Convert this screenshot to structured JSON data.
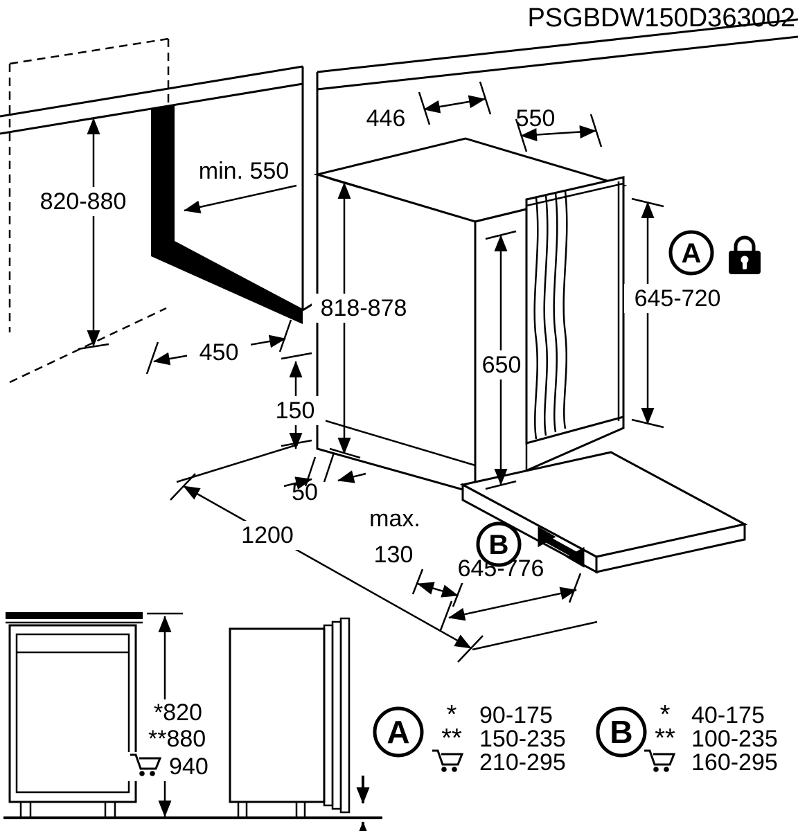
{
  "title": "PSGBDW150D363002",
  "dims": {
    "niche_height": "820-880",
    "min_depth": "min. 550",
    "top_width": "446",
    "top_depth": "550",
    "appliance_height": "818-878",
    "panel_height": "645-720",
    "door_height": "650",
    "niche_width": "450",
    "plinth_clearance": "150",
    "side_gap": "50",
    "front_clearance": "1200",
    "max_word": "max.",
    "max_value": "130",
    "bottom_panel_width": "645-776"
  },
  "badge_a": "A",
  "badge_b": "B",
  "side_view": {
    "height_star": "*820",
    "height_double_star": "**880",
    "height_cart": "940"
  },
  "tables": {
    "a": {
      "letter": "A",
      "rows": [
        {
          "marker": "*",
          "value": "90-175"
        },
        {
          "marker": "**",
          "value": "150-235"
        },
        {
          "marker": "cart-icon",
          "value": "210-295"
        }
      ]
    },
    "b": {
      "letter": "B",
      "rows": [
        {
          "marker": "*",
          "value": "40-175"
        },
        {
          "marker": "**",
          "value": "100-235"
        },
        {
          "marker": "cart-icon",
          "value": "160-295"
        }
      ]
    }
  },
  "icons": {
    "lock": "padlock-icon",
    "cart": "shopping-cart-icon",
    "slide": "slide-direction-arrow-icon"
  }
}
